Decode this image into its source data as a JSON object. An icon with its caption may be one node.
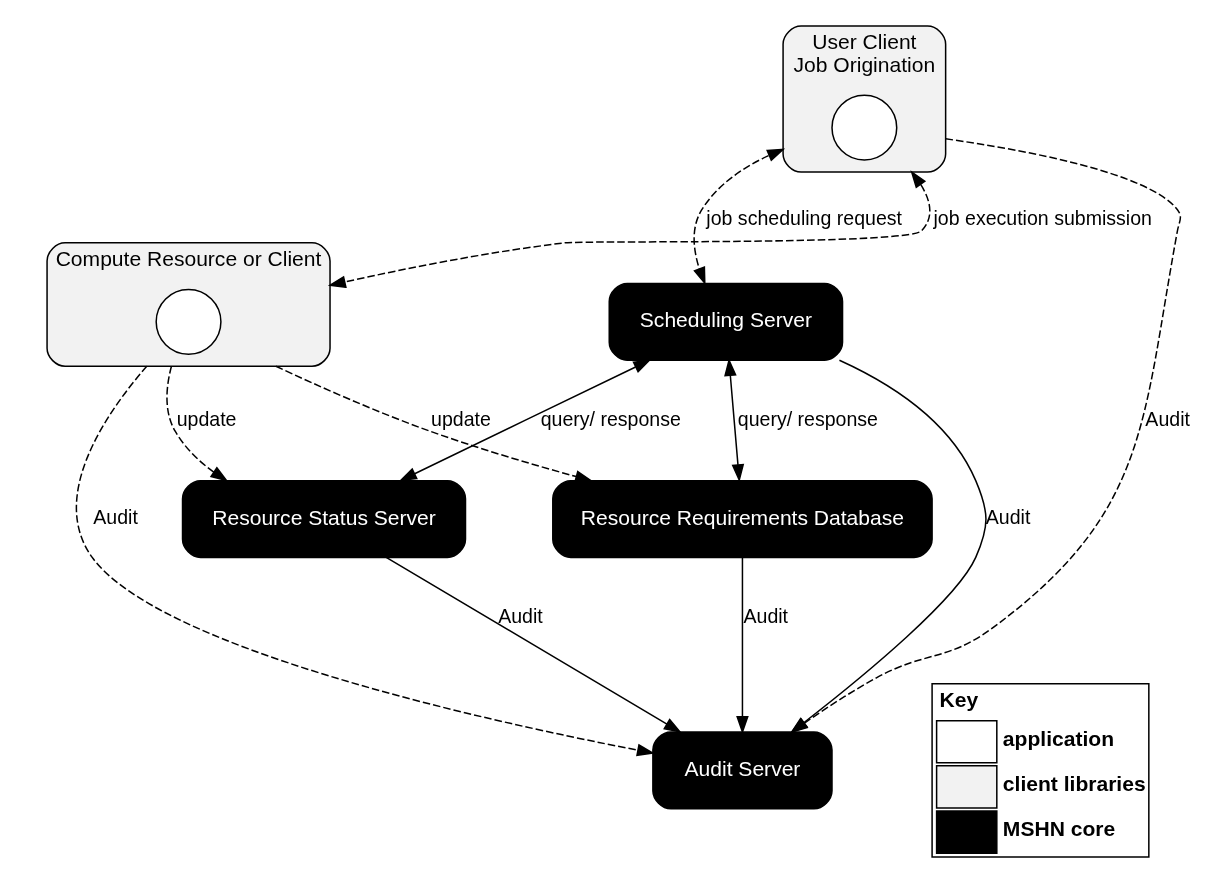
{
  "diagram": {
    "nodes": [
      {
        "text": [
          "User Client"
        ],
        "beside": [
          "Job Origination"
        ]
      },
      {
        "text": [],
        "shape": "circle",
        "in": 0
      },
      {
        "text": [
          "Compute Resource or Client"
        ]
      },
      {
        "text": [],
        "shape": "circle",
        "in": 2
      },
      {
        "text": [
          "Scheduling Server"
        ]
      },
      {
        "text": [
          "Resource Requirements Database"
        ]
      },
      {
        "text": [
          "Resource Status Server"
        ]
      },
      {
        "text": [
          "Audit Server"
        ]
      }
    ],
    "edges": [
      {
        "from": 0,
        "to": 2,
        "arrow": "both",
        "style": "dashed",
        "label": "job execution submission"
      },
      {
        "from": 0,
        "to": 4,
        "arrow": "both",
        "style": "dashed",
        "label": "job scheduling request"
      },
      {
        "from": 4,
        "to": 5,
        "arrow": "both",
        "label": "query/ response"
      },
      {
        "from": 4,
        "to": 6,
        "arrow": "both",
        "label": "query/ response"
      },
      {
        "from": 2,
        "to": 5,
        "arrow": "to",
        "style": "dashed",
        "label": "update"
      },
      {
        "from": 2,
        "to": 6,
        "arrow": "to",
        "style": "dashed",
        "label": "update"
      },
      {
        "from": 0,
        "to": 7,
        "arrow": "to",
        "style": "dashed",
        "label": "Audit"
      },
      {
        "from": 4,
        "to": 7,
        "arrow": "to",
        "label": "Audit"
      },
      {
        "from": 5,
        "to": 7,
        "arrow": "to",
        "label": "Audit"
      },
      {
        "from": 6,
        "to": 7,
        "arrow": "to",
        "label": "Audit"
      },
      {
        "from": 2,
        "to": 7,
        "arrow": "to",
        "style": "dashed",
        "label": "Audit"
      }
    ],
    "labels": [
      "Key"
    ],
    "legend": [
      {
        "text": "application",
        "color": "#ffffff"
      },
      {
        "text": "client libraries",
        "color": "#f2f2f2"
      },
      {
        "text": "MSHN core",
        "color": "#000000"
      }
    ]
  }
}
